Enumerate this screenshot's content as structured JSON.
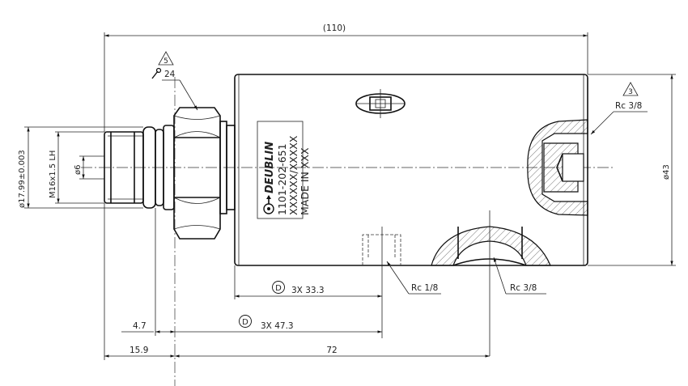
{
  "dimensions": {
    "overall_length": "(110)",
    "hex_size": "24",
    "port_thread_right": "Rc 3/8",
    "body_diameter": "ø43",
    "pilot_diameter": "ø17.99±0.003",
    "connection_thread": "M16x1.5 LH",
    "bore_diameter": "ø6",
    "holes_offset_1": "3X 33.3",
    "holes_offset_2": "3X 47.3",
    "port_thread_small": "Rc 1/8",
    "port_thread_bottom": "Rc 3/8",
    "step_length": "4.7",
    "shaft_length": "15.9",
    "body_length": "72"
  },
  "callouts": {
    "note_5": "5",
    "note_3": "3",
    "datum_d_1": "D",
    "datum_d_2": "D"
  },
  "body_marking": {
    "brand": "DEUBLIN",
    "part_number": "1101-202-651",
    "serial": "XXXXXX/XXXXX",
    "origin": "MADE IN XXX"
  }
}
